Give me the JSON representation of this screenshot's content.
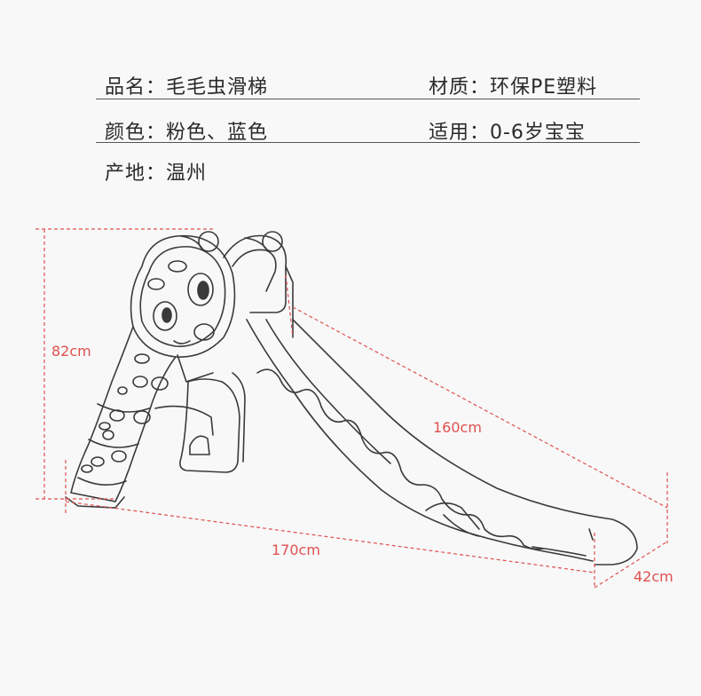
{
  "specs": {
    "name": "品名：毛毛虫滑梯",
    "material": "材质：环保PE塑料",
    "color": "颜色：粉色、蓝色",
    "age": "适用：0-6岁宝宝",
    "origin": "产地：温州"
  },
  "dimensions": {
    "height": "82cm",
    "slide_length": "160cm",
    "total_length": "170cm",
    "width": "42cm"
  },
  "colors": {
    "dimension_line": "#e05050",
    "outline": "#3a3a3a",
    "background": "#f8f8f8"
  }
}
